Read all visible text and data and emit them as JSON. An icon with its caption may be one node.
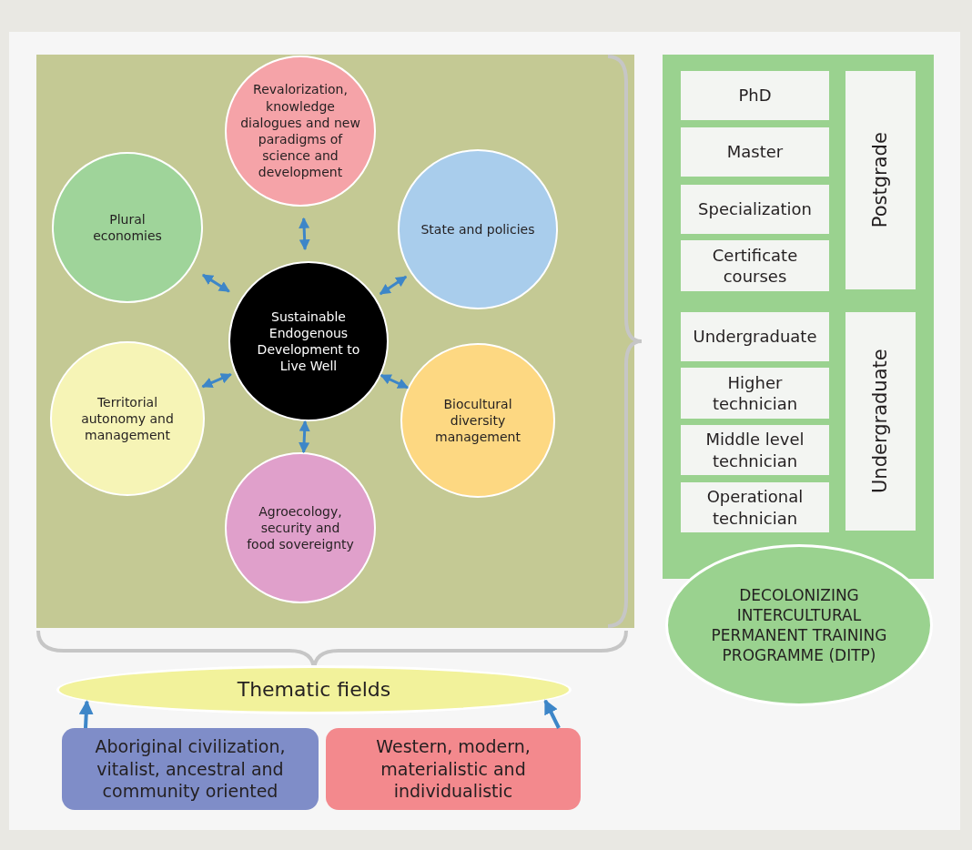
{
  "diagram": {
    "nodes": [
      {
        "text": [
          "Sustainable Endogenous Development to Live Well"
        ]
      },
      {
        "text": [
          "Revalorization, knowledge dialogues and new paradigms of science and development"
        ]
      },
      {
        "text": [
          "Plural economies"
        ]
      },
      {
        "text": [
          "State and policies"
        ]
      },
      {
        "text": [
          "Territorial autonomy and management"
        ]
      },
      {
        "text": [
          "Biocultural diversity management"
        ]
      },
      {
        "text": [
          "Agroecology, security and food sovereignty"
        ]
      },
      {
        "text": [],
        "shape": "box"
      },
      {
        "text": [
          "PhD"
        ],
        "in": 7
      },
      {
        "text": [
          "Master"
        ],
        "in": 7
      },
      {
        "text": [
          "Specialization"
        ],
        "in": 7
      },
      {
        "text": [
          "Certificate courses"
        ],
        "in": 7
      },
      {
        "text": [
          "Postgrade"
        ],
        "in": 7
      },
      {
        "text": [
          "Undergraduate"
        ],
        "in": 7
      },
      {
        "text": [
          "Higher technician"
        ],
        "in": 7
      },
      {
        "text": [
          "Middle level technician"
        ],
        "in": 7
      },
      {
        "text": [
          "Operational technician"
        ],
        "in": 7
      },
      {
        "text": [
          "Undergraduate"
        ],
        "in": 7
      },
      {
        "text": [
          "DECOLONIZING INTERCULTURAL PERMANENT TRAINING PROGRAMME (DITP)"
        ]
      },
      {
        "text": [
          "Thematic fields"
        ]
      },
      {
        "text": [
          "Aboriginal civilization, vitalist, ancestral and community oriented"
        ]
      },
      {
        "text": [
          "Western, modern, materialistic and individualistic"
        ]
      }
    ],
    "edges": [
      {
        "from": 0,
        "to": 1,
        "arrow": "both"
      },
      {
        "from": 0,
        "to": 2,
        "arrow": "both"
      },
      {
        "from": 0,
        "to": 3,
        "arrow": "both"
      },
      {
        "from": 0,
        "to": 4,
        "arrow": "both"
      },
      {
        "from": 0,
        "to": 5,
        "arrow": "both"
      },
      {
        "from": 0,
        "to": 6,
        "arrow": "both"
      },
      {
        "from": 20,
        "to": 19,
        "arrow": "to"
      },
      {
        "from": 21,
        "to": 19,
        "arrow": "to"
      }
    ]
  }
}
